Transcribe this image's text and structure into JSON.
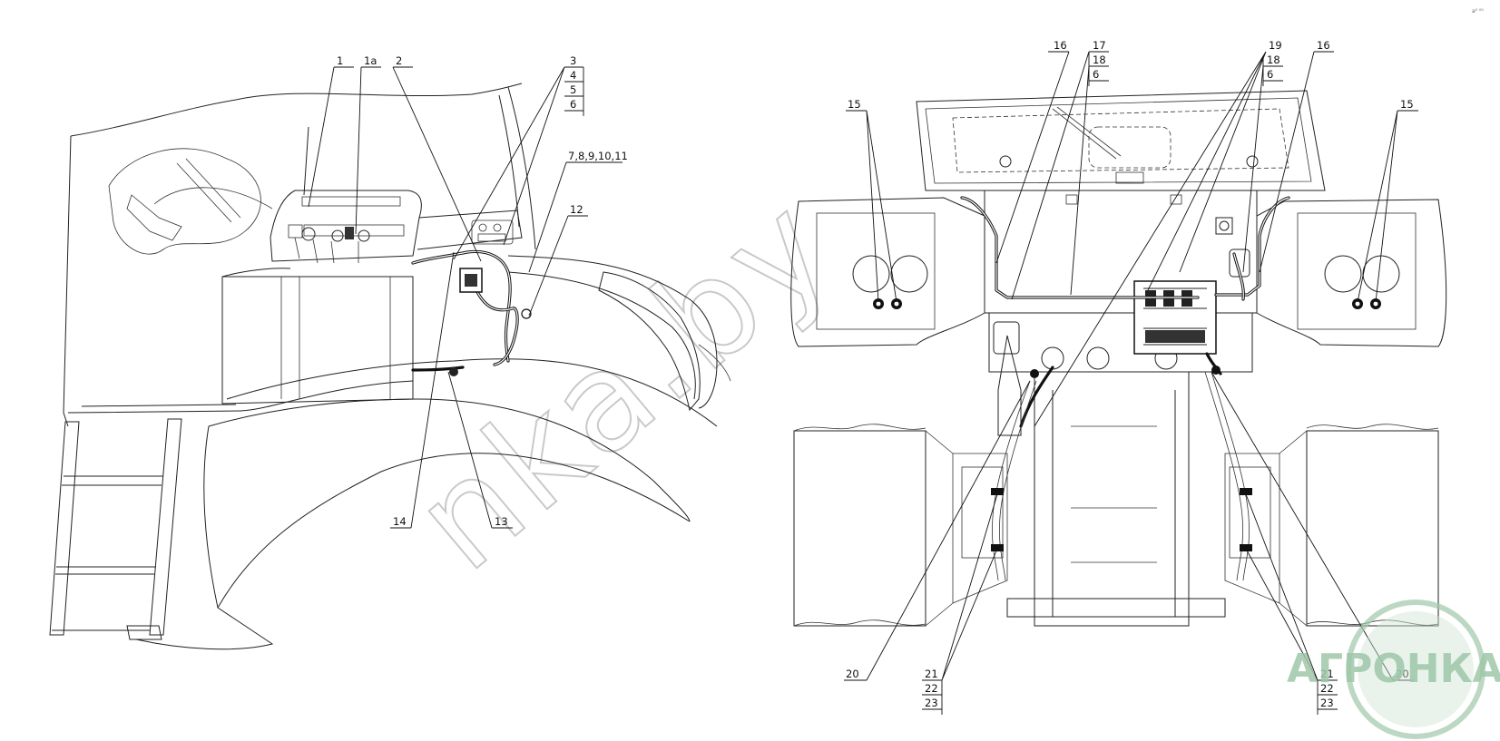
{
  "corner_mark": "a⁰ ⁰⁰",
  "watermark": "nka.by",
  "logo": {
    "text": "АГРОНКА",
    "color": "#9fc7a9"
  },
  "left_view": {
    "labels": {
      "c1": "1",
      "c1a": "1а",
      "c2": "2",
      "c3": "3",
      "c4": "4",
      "c5": "5",
      "c6": "6",
      "c7": "7,8,9,10,11",
      "c12": "12",
      "c13": "13",
      "c14": "14"
    }
  },
  "right_view": {
    "labels": {
      "c15a": "15",
      "c15b": "15",
      "c16a": "16",
      "c16b": "16",
      "c17": "17",
      "c18a": "18",
      "c6a": "6",
      "c19": "19",
      "c18b": "18",
      "c6b": "6",
      "c20a": "20",
      "c20b": "20",
      "c21a": "21",
      "c22a": "22",
      "c23a": "23",
      "c21b": "21",
      "c22b": "22",
      "c23b": "23"
    }
  }
}
